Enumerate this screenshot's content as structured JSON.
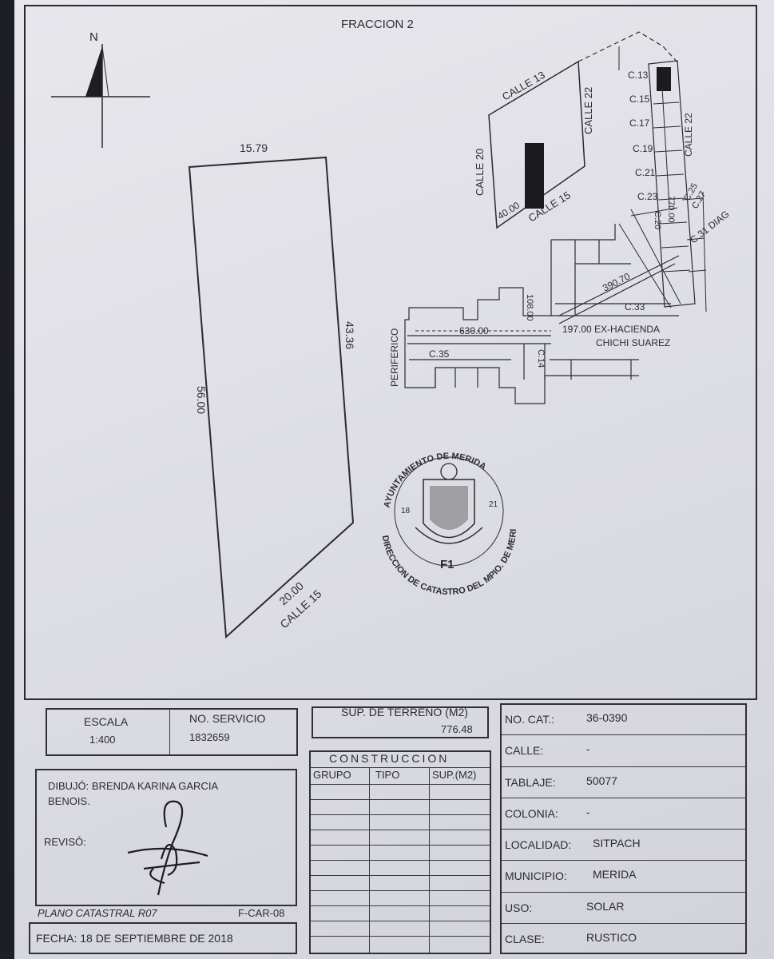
{
  "plan": {
    "title": "FRACCION 2",
    "north": "N",
    "dims": {
      "top": "15.79",
      "right": "43.36",
      "left": "56.00",
      "bottom": "20.00"
    },
    "lot_street": "CALLE 15"
  },
  "location_map": {
    "calle13": "CALLE 13",
    "calle22": "CALLE 22",
    "calle20": "CALLE 20",
    "calle15": "CALLE 15",
    "dim40": "40.00",
    "c13": "C.13",
    "c15": "C.15",
    "c17": "C.17",
    "c19": "C.19",
    "c21": "C.21",
    "c23": "C.23",
    "c20": "C.20",
    "c25": "C.25",
    "c27": "C.27",
    "c31diag": "C.31 DIAG",
    "calle22b": "CALLE 22",
    "d770": "770.00",
    "d390": "390.70",
    "c33": "C.33",
    "d108": "108.00",
    "d630": "630.00",
    "d197": "197.00 EX-HACIENDA",
    "chichi": "CHICHI SUAREZ",
    "periferico": "PERIFERICO",
    "c35": "C.35",
    "c14": "C.14"
  },
  "seal": {
    "top_text": "AYUNTAMIENTO DE MERIDA",
    "bottom_text": "DIRECCION DE CATASTRO DEL MPIO. DE MERIDA",
    "year_left": "18",
    "year_right": "21",
    "code": "F1"
  },
  "footer": {
    "escala_label": "ESCALA",
    "escala_value": "1:400",
    "servicio_label": "NO. SERVICIO",
    "servicio_value": "1832659",
    "sup_label": "SUP. DE TERRENO (M2)",
    "sup_value": "776.48",
    "construccion_title": "CONSTRUCCION",
    "construccion_cols": [
      "GRUPO",
      "TIPO",
      "SUP.(M2)"
    ],
    "dibujo": "DIBUJÓ: BRENDA KARINA GARCIA",
    "dibujo2": "BENOIS.",
    "reviso": "REVISÓ:",
    "plano": "PLANO CATASTRAL R07",
    "fcar": "F-CAR-08",
    "fecha": "FECHA: 18 DE SEPTIEMBRE DE 2018",
    "info": [
      {
        "label": "NO. CAT.:",
        "value": "36-0390"
      },
      {
        "label": "CALLE:",
        "value": "-"
      },
      {
        "label": "TABLAJE:",
        "value": "50077"
      },
      {
        "label": "COLONIA:",
        "value": "-"
      },
      {
        "label": "LOCALIDAD:",
        "value": "SITPACH"
      },
      {
        "label": "MUNICIPIO:",
        "value": "MERIDA"
      },
      {
        "label": "USO:",
        "value": "SOLAR"
      },
      {
        "label": "CLASE:",
        "value": "RUSTICO"
      }
    ]
  }
}
